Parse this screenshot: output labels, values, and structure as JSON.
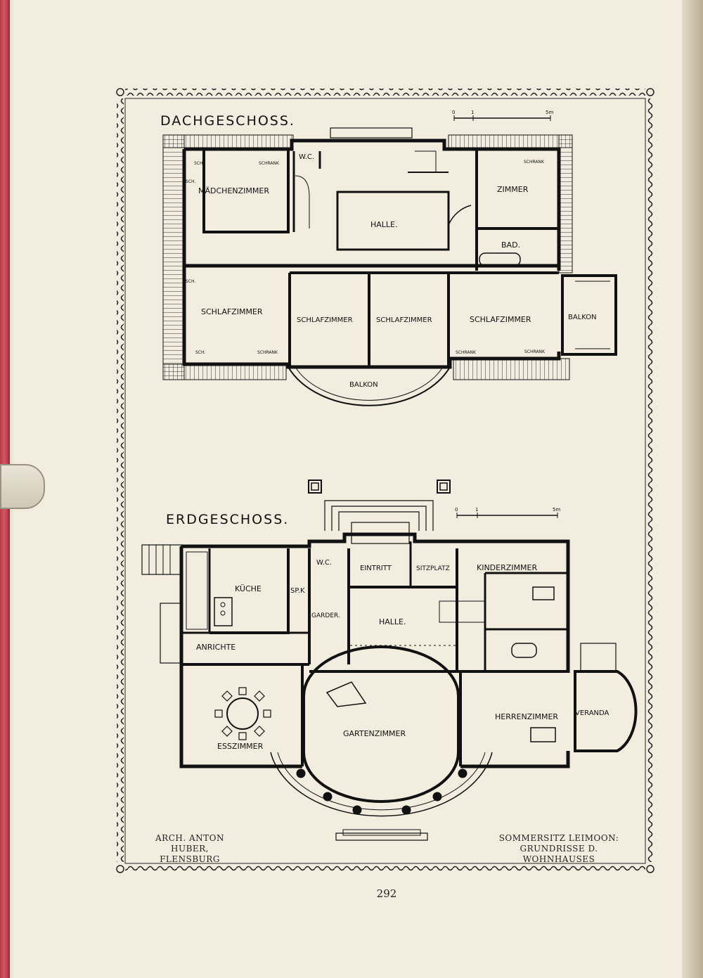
{
  "upper_plan": {
    "title": "DACHGESCHOSS.",
    "scale": [
      "0",
      "1",
      "5m"
    ],
    "rooms": {
      "wc": "W.C.",
      "maedchenzimmer": "MÄDCHENZIMMER",
      "halle": "HALLE.",
      "zimmer": "ZIMMER",
      "bad": "BAD.",
      "schlafzimmer_1": "SCHLAFZIMMER",
      "schlafzimmer_2": "SCHLAFZIMMER",
      "schlafzimmer_3": "SCHLAFZIMMER",
      "schlafzimmer_4": "SCHLAFZIMMER",
      "balkon_side": "BALKON",
      "balkon_front": "BALKON"
    },
    "labels": {
      "sch_1": "SCH.",
      "sch_2": "SCH.",
      "sch_3": "SCH.",
      "sch_4": "SCH.",
      "schrank_1": "SCHRANK",
      "schrank_2": "SCHRANK",
      "schrank_3": "SCHRANK",
      "schrank_4": "SCHRANK",
      "schrank_5": "SCHRANK"
    }
  },
  "ground_plan": {
    "title": "ERDGESCHOSS.",
    "scale": [
      "0",
      "1",
      "5m"
    ],
    "rooms": {
      "kueche": "KÜCHE",
      "spk": "SP.K",
      "wc": "W.C.",
      "eintritt": "EINTRITT",
      "sitzplatz": "SITZPLATZ",
      "kinderzimmer": "KINDERZIMMER",
      "garder": "GARDER.",
      "halle": "HALLE.",
      "anrichte": "ANRICHTE",
      "esszimmer": "ESSZIMMER",
      "gartenzimmer": "GARTENZIMMER",
      "herrenzimmer": "HERRENZIMMER",
      "veranda": "VERANDA"
    }
  },
  "captions": {
    "architect_line1": "ARCH. ANTON HUBER,",
    "architect_line2": "FLENSBURG",
    "project_line1": "SOMMERSITZ LEIMOON:",
    "project_line2": "GRUNDRISSE D. WOHNHAUSES"
  },
  "page_number": "292"
}
